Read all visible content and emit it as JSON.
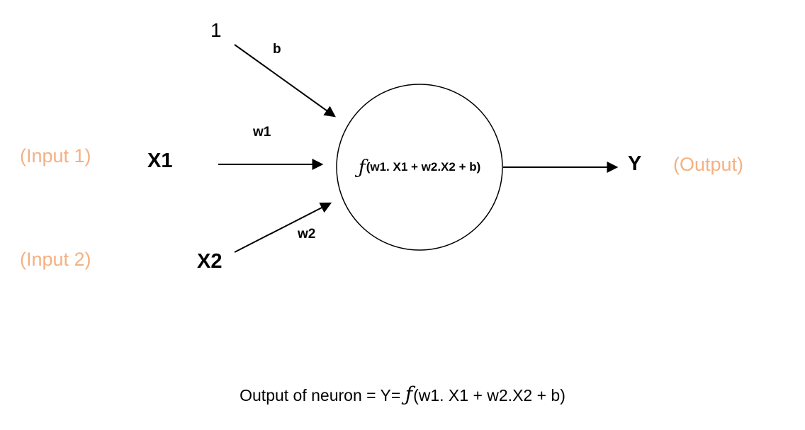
{
  "colors": {
    "annotation": "#F4B183",
    "ink": "#000000",
    "background": "#FFFFFF"
  },
  "diagram": {
    "bias": {
      "value": "1",
      "weight_label": "b"
    },
    "input1": {
      "annotation": "(Input 1)",
      "label": "X1",
      "weight_label": "w1"
    },
    "input2": {
      "annotation": "(Input 2)",
      "label": "X2",
      "weight_label": "w2"
    },
    "neuron": {
      "function_symbol": "ƒ",
      "function_body": "(w1. X1 + w2.X2 + b)"
    },
    "output": {
      "label": "Y",
      "annotation": "(Output)"
    }
  },
  "caption": {
    "prefix": "Output of neuron  = Y= ",
    "function_symbol": "ƒ",
    "function_body": "(w1. X1 + w2.X2 + b)"
  }
}
